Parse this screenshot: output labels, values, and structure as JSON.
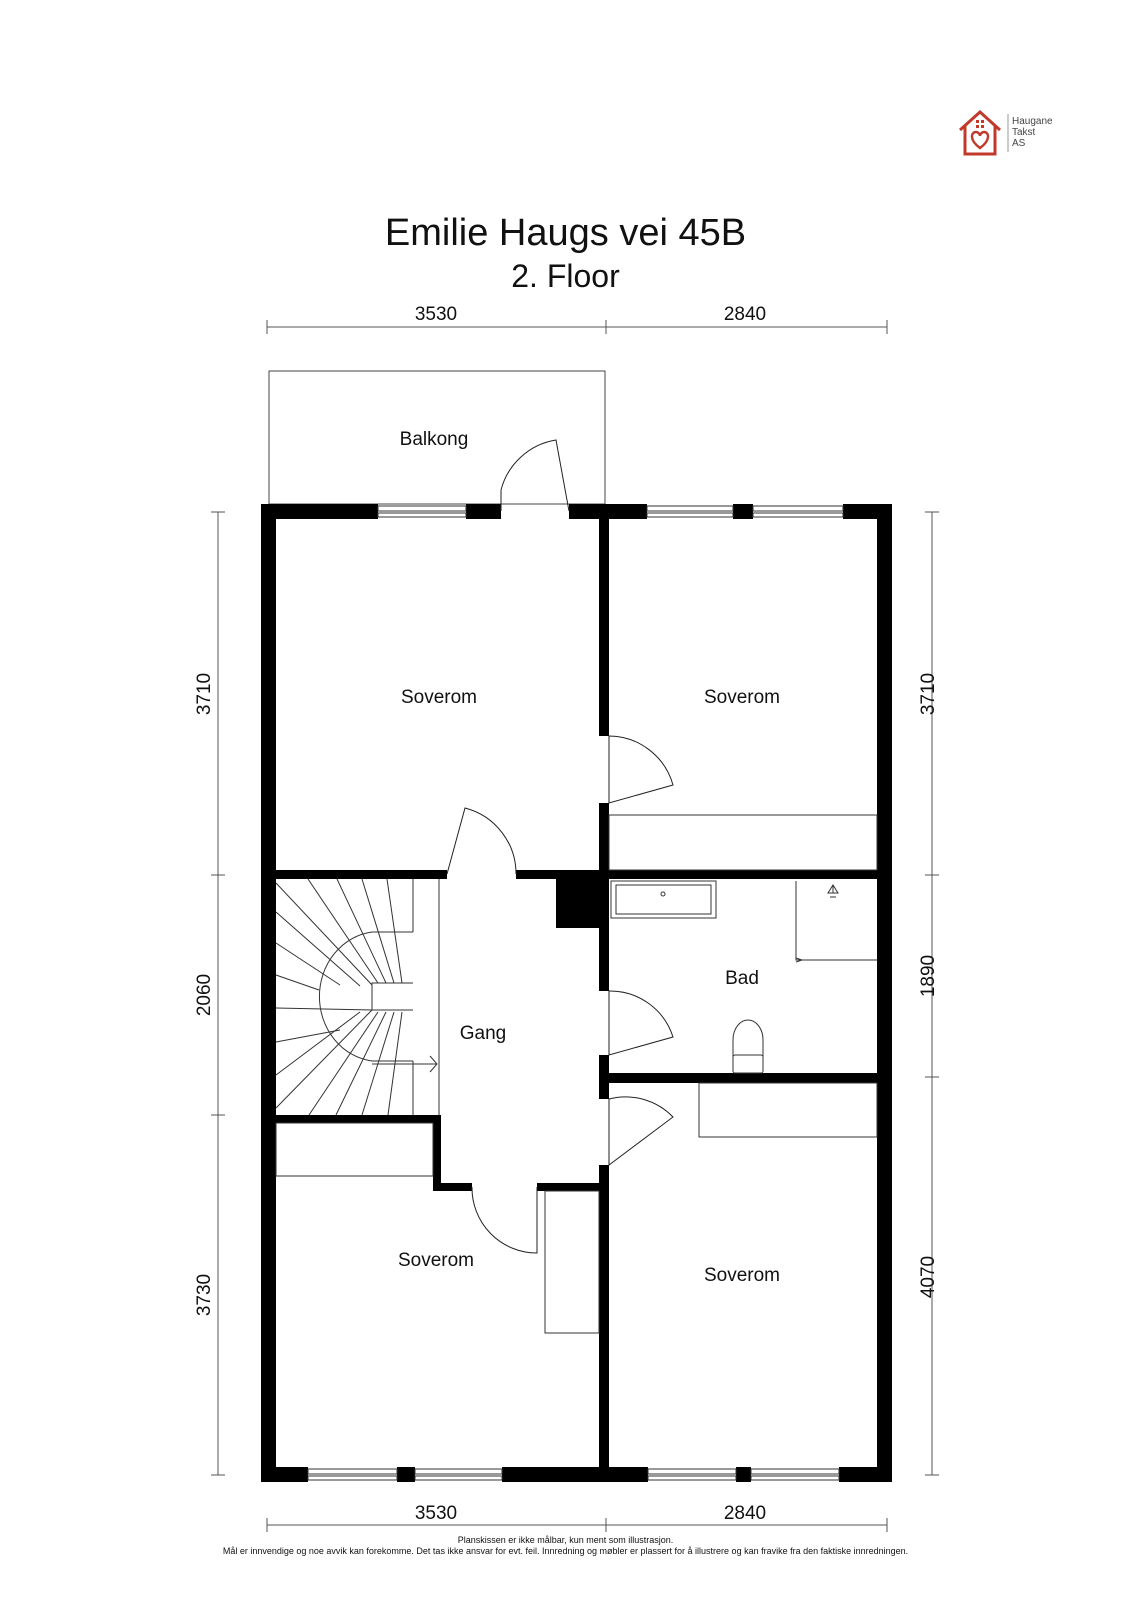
{
  "logo": {
    "line1": "Haugane",
    "line2": "Takst",
    "line3": "AS",
    "color": "#c0392b"
  },
  "title": "Emilie Haugs vei 45B",
  "subtitle": "2. Floor",
  "dimensions": {
    "top_left": "3530",
    "top_right": "2840",
    "bottom_left": "3530",
    "bottom_right": "2840",
    "left_top": "3710",
    "left_mid": "2060",
    "left_bottom": "3730",
    "right_top": "3710",
    "right_mid": "1890",
    "right_bottom": "4070"
  },
  "rooms": {
    "balkong": "Balkong",
    "soverom_tl": "Soverom",
    "soverom_tr": "Soverom",
    "gang": "Gang",
    "bad": "Bad",
    "soverom_bl": "Soverom",
    "soverom_br": "Soverom"
  },
  "disclaimer": {
    "line1": "Planskissen er ikke målbar, kun ment som illustrasjon.",
    "line2": "Mål er innvendige og noe avvik kan forekomme. Det tas ikke ansvar for evt. feil. Innredning og møbler er plassert for å illustrere og kan fravike fra den faktiske innredningen."
  }
}
